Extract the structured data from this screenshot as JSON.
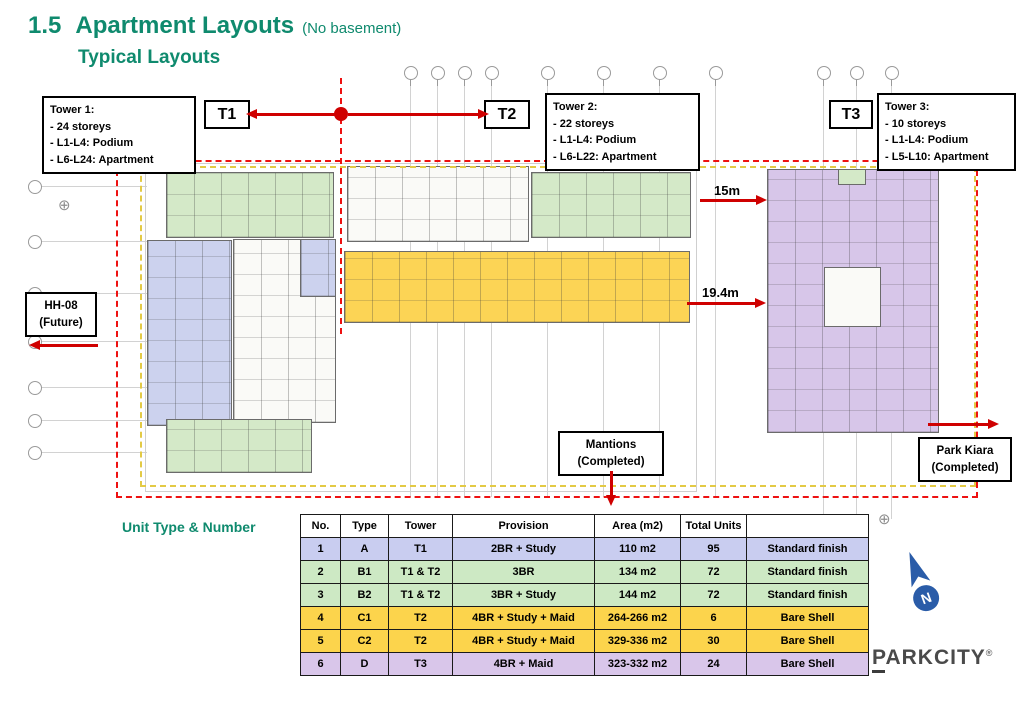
{
  "header": {
    "section_no": "1.5",
    "title": "Apartment Layouts",
    "note": "(No basement)",
    "subtitle": "Typical Layouts"
  },
  "plan": {
    "towers": [
      {
        "label": "T1",
        "info_title": "Tower 1:",
        "info_lines": [
          "-  24 storeys",
          "-  L1-L4: Podium",
          "-  L6-L24: Apartment"
        ]
      },
      {
        "label": "T2",
        "info_title": "Tower 2:",
        "info_lines": [
          "-  22 storeys",
          "-  L1-L4: Podium",
          "-  L6-L22: Apartment"
        ]
      },
      {
        "label": "T3",
        "info_title": "Tower 3:",
        "info_lines": [
          "-  10 storeys",
          "-  L1-L4: Podium",
          "-  L5-L10: Apartment"
        ]
      }
    ],
    "labels": {
      "hh08_line1": "HH-08",
      "hh08_line2": "(Future)",
      "mantions_line1": "Mantions",
      "mantions_line2": "(Completed)",
      "park_kiara_line1": "Park Kiara",
      "park_kiara_line2": "(Completed)",
      "dim1": "15m",
      "dim2": "19.4m"
    }
  },
  "table": {
    "caption": "Unit Type & Number",
    "headers": [
      "No.",
      "Type",
      "Tower",
      "Provision",
      "Area (m2)",
      "Total Units",
      ""
    ],
    "rows": [
      {
        "no": "1",
        "type": "A",
        "tower": "T1",
        "provision": "2BR + Study",
        "area": "110 m2",
        "total": "95",
        "finish": "Standard finish"
      },
      {
        "no": "2",
        "type": "B1",
        "tower": "T1 & T2",
        "provision": "3BR",
        "area": "134 m2",
        "total": "72",
        "finish": "Standard finish"
      },
      {
        "no": "3",
        "type": "B2",
        "tower": "T1 & T2",
        "provision": "3BR + Study",
        "area": "144 m2",
        "total": "72",
        "finish": "Standard finish"
      },
      {
        "no": "4",
        "type": "C1",
        "tower": "T2",
        "provision": "4BR + Study + Maid",
        "area": "264-266 m2",
        "total": "6",
        "finish": "Bare Shell"
      },
      {
        "no": "5",
        "type": "C2",
        "tower": "T2",
        "provision": "4BR + Study + Maid",
        "area": "329-336 m2",
        "total": "30",
        "finish": "Bare Shell"
      },
      {
        "no": "6",
        "type": "D",
        "tower": "T3",
        "provision": "4BR + Maid",
        "area": "323-332 m2",
        "total": "24",
        "finish": "Bare Shell"
      }
    ]
  },
  "footer": {
    "north_label": "N",
    "logo_first": "P",
    "logo_rest": "ARKCITY",
    "logo_reg": "®"
  },
  "colors": {
    "accent_teal": "#0f8a6e",
    "arrow_red": "#cf0000",
    "boundary_red": "#ee1111",
    "boundary_yellow": "#e3ca45",
    "unit_blue": "#c9cdf0",
    "unit_green": "#cde9c4",
    "unit_yellow": "#fcd44c",
    "unit_purple": "#d9c6ea"
  }
}
